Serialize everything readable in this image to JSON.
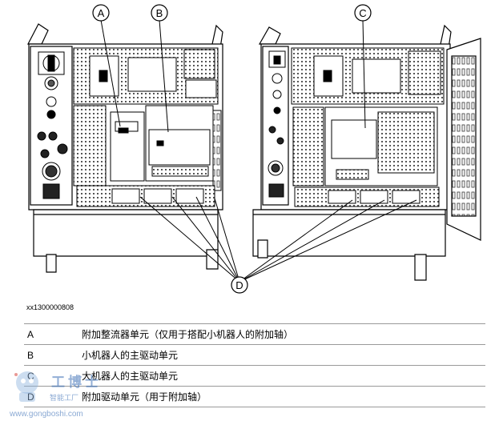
{
  "callouts": {
    "a": "A",
    "b": "B",
    "c": "C",
    "d": "D"
  },
  "figure_id": "xx1300000808",
  "legend": [
    {
      "key": "A",
      "text": "附加整流器单元（仅用于搭配小机器人的附加轴）"
    },
    {
      "key": "B",
      "text": "小机器人的主驱动单元"
    },
    {
      "key": "C",
      "text": "大机器人的主驱动单元"
    },
    {
      "key": "D",
      "text": "附加驱动单元（用于附加轴）"
    }
  ],
  "watermark": {
    "brand": "工博士",
    "tagline": "智能工厂",
    "url": "www.gongboshi.com"
  }
}
